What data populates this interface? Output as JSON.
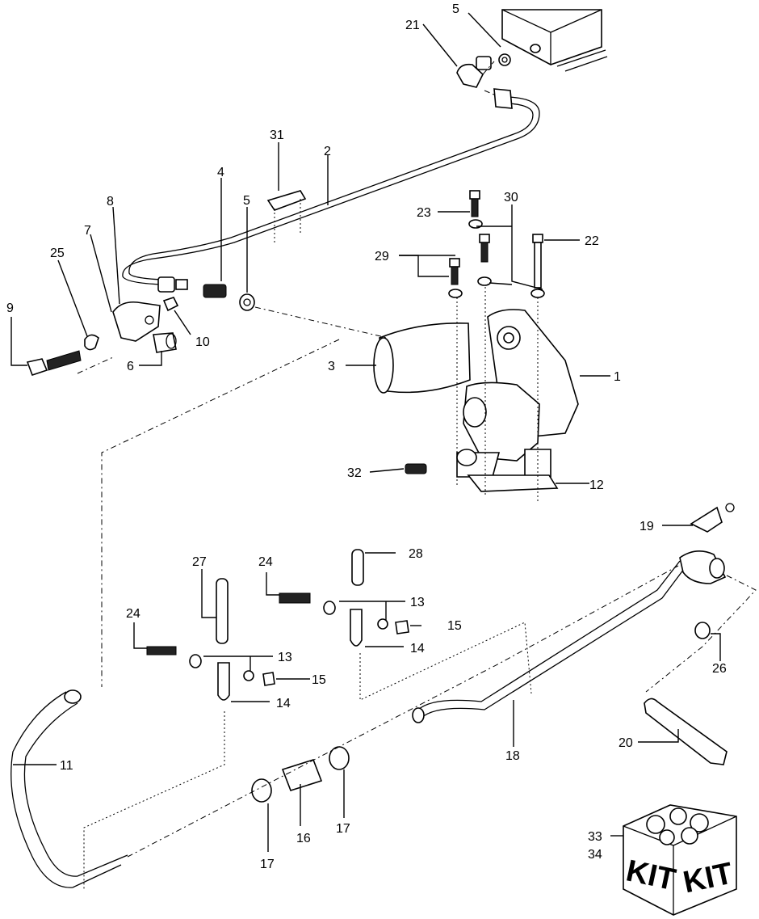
{
  "callouts": {
    "c1": "1",
    "c2": "2",
    "c3": "3",
    "c4": "4",
    "c5a": "5",
    "c5b": "5",
    "c6": "6",
    "c7": "7",
    "c8": "8",
    "c9": "9",
    "c10": "10",
    "c11": "11",
    "c12": "12",
    "c13a": "13",
    "c13b": "13",
    "c14a": "14",
    "c14b": "14",
    "c15a": "15",
    "c15b": "15",
    "c16": "16",
    "c17a": "17",
    "c17b": "17",
    "c18": "18",
    "c19": "19",
    "c20": "20",
    "c21": "21",
    "c22": "22",
    "c23": "23",
    "c24a": "24",
    "c24b": "24",
    "c25": "25",
    "c26": "26",
    "c27": "27",
    "c28": "28",
    "c29": "29",
    "c30": "30",
    "c31": "31",
    "c32": "32",
    "c33": "33",
    "c34": "34"
  },
  "kit_box": {
    "face_left": "KIT",
    "face_right": "KIT"
  }
}
